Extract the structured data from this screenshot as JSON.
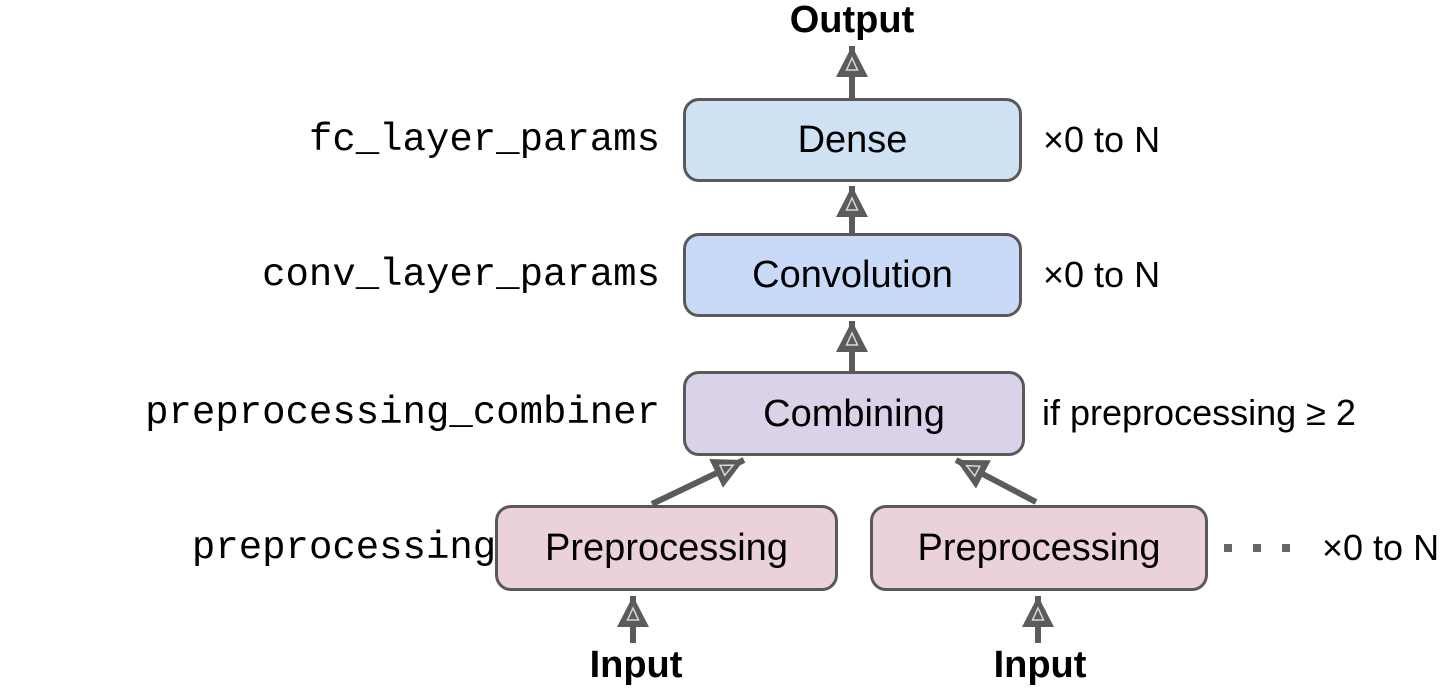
{
  "io": {
    "output_label": "Output",
    "input_left_label": "Input",
    "input_right_label": "Input"
  },
  "layers": {
    "dense": {
      "param": "fc_layer_params",
      "label": "Dense",
      "annotation": "×0 to N"
    },
    "convolution": {
      "param": "conv_layer_params",
      "label": "Convolution",
      "annotation": "×0 to N"
    },
    "combining": {
      "param": "preprocessing_combiner",
      "label": "Combining",
      "annotation": "if preprocessing ≥ 2"
    },
    "preprocessing": {
      "param": "preprocessing_layers",
      "left_label": "Preprocessing",
      "right_label": "Preprocessing",
      "annotation": "×0 to N",
      "ellipsis_dot_count": 3
    }
  },
  "colors": {
    "dense_fill": "#cfe2f3",
    "convolution_fill": "#c9daf8",
    "combining_fill": "#d9d2e9",
    "preprocessing_fill": "#ead1dc",
    "box_border": "#595959",
    "arrow": "#5b5b5b",
    "text": "#000000"
  }
}
